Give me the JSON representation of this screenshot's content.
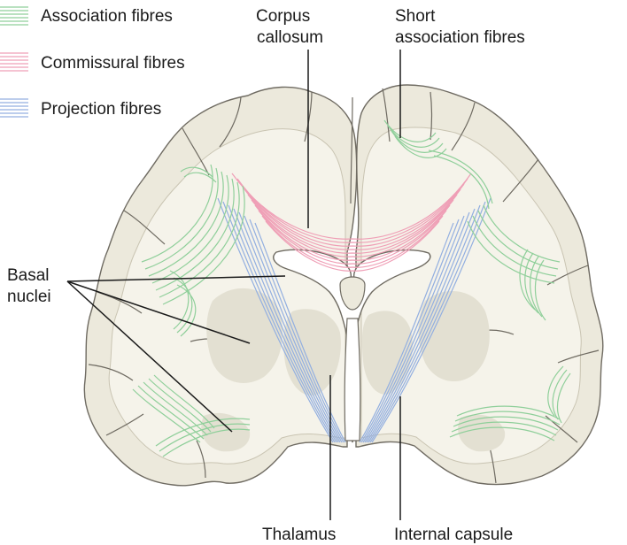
{
  "legend": [
    {
      "label": "Association fibres",
      "color": "#8fcf9a"
    },
    {
      "label": "Commissural fibres",
      "color": "#ef9fb6"
    },
    {
      "label": "Projection fibres",
      "color": "#93afe0"
    }
  ],
  "labels": {
    "corpus_callosum": [
      "Corpus",
      "callosum"
    ],
    "short_association_fibres": [
      "Short",
      "association fibres"
    ],
    "basal_nuclei": [
      "Basal",
      "nuclei"
    ],
    "thalamus": "Thalamus",
    "internal_capsule": "Internal capsule"
  },
  "colors": {
    "association": "#8fcf9a",
    "commissural": "#ef9fb6",
    "projection": "#93afe0",
    "cortex_fill": "#ece9dc",
    "cortex_outline": "#6f6b62",
    "white_matter": "#f5f3ea",
    "deep_grey": "#e3e0d2",
    "ventricle": "#ffffff",
    "pointer": "#1a1a1a"
  }
}
